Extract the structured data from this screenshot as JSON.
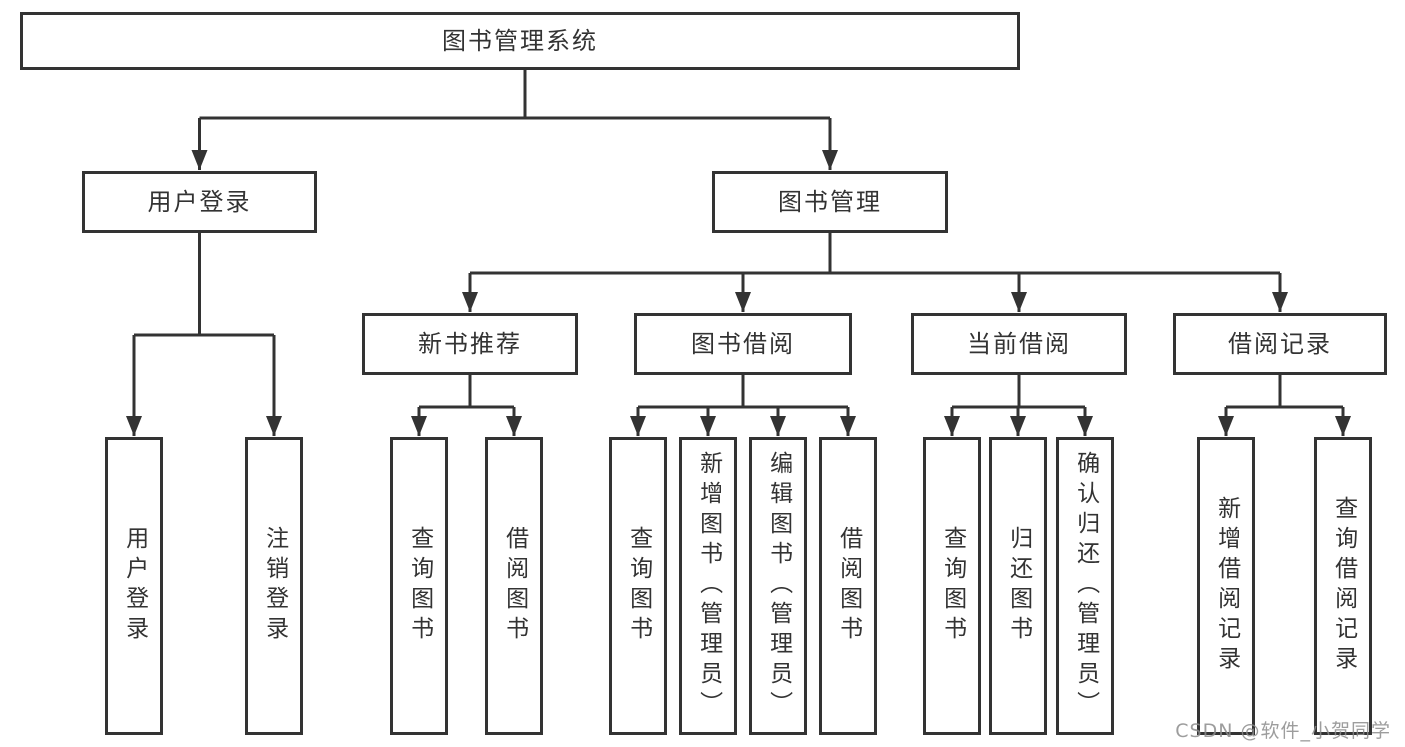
{
  "app": {
    "type": "hierarchy-diagram",
    "watermark": "CSDN @软件_小贺同学"
  },
  "colors": {
    "line": "#333333",
    "text": "#333333",
    "box_fill": "#ffffff",
    "watermark": "#8c8c8c"
  },
  "tree": {
    "root": "图书管理系统",
    "branches": [
      {
        "label": "用户登录",
        "children": [
          "用户登录",
          "注销登录"
        ]
      },
      {
        "label": "图书管理",
        "groups": [
          {
            "label": "新书推荐",
            "children": [
              "查询图书",
              "借阅图书"
            ]
          },
          {
            "label": "图书借阅",
            "children": [
              "查询图书",
              "新增图书（管理员）",
              "编辑图书（管理员）",
              "借阅图书"
            ]
          },
          {
            "label": "当前借阅",
            "children": [
              "查询图书",
              "归还图书",
              "确认归还（管理员）"
            ]
          },
          {
            "label": "借阅记录",
            "children": [
              "新增借阅记录",
              "查询借阅记录"
            ]
          }
        ]
      }
    ]
  }
}
